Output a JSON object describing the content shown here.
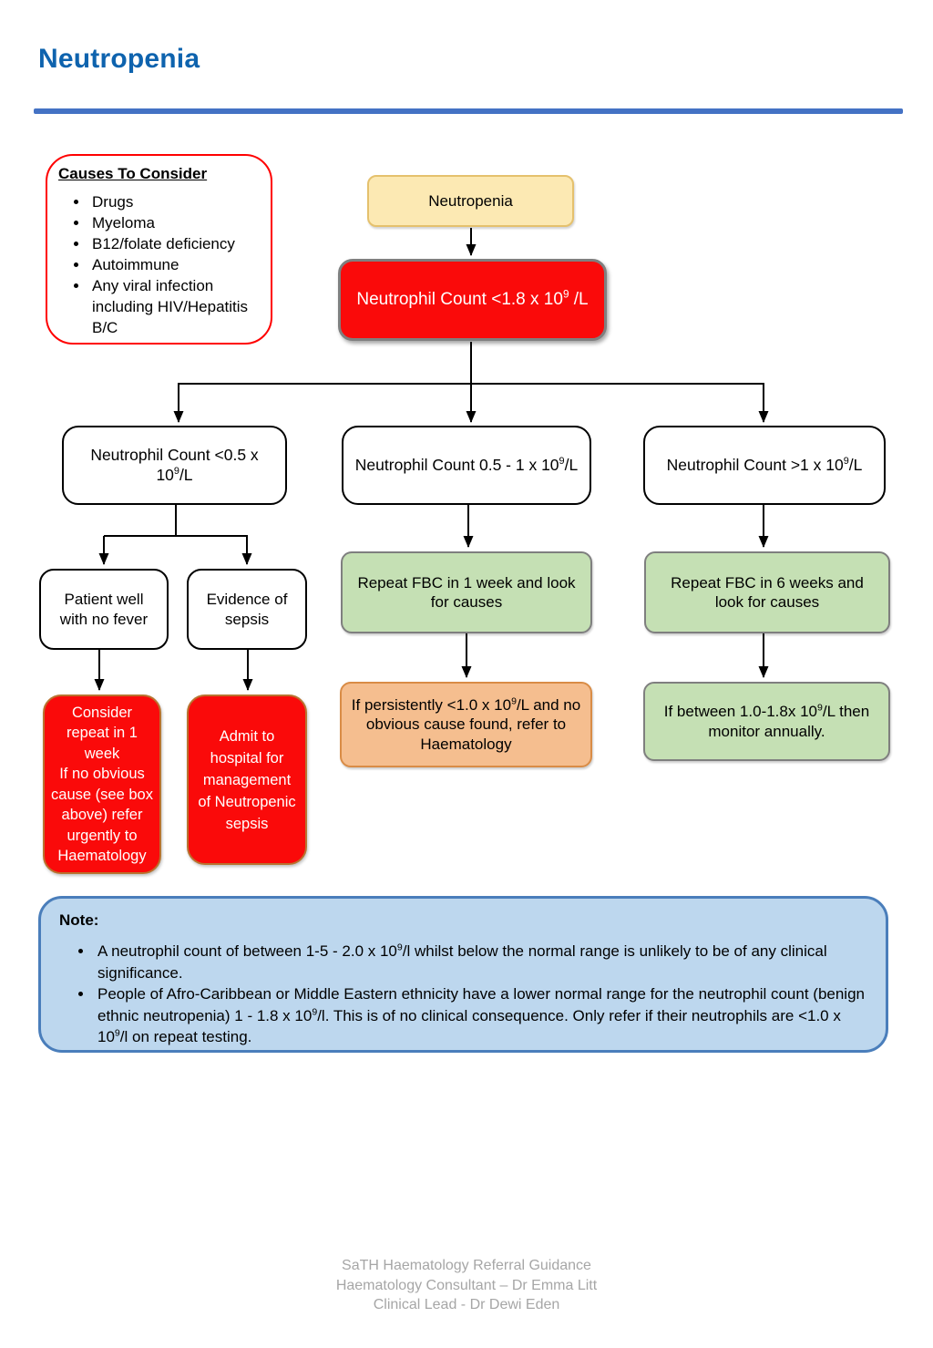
{
  "title": "Neutropenia",
  "causes": {
    "heading": "Causes To Consider",
    "items": [
      "Drugs",
      "Myeloma",
      "B12/folate deficiency",
      "Autoimmune",
      "Any viral infection including HIV/Hepatitis B/C"
    ]
  },
  "flow": {
    "start": "Neutropenia",
    "root": [
      {
        "t": "Neutrophil Count <1.8 x 10"
      },
      {
        "t": "9",
        "sup": true
      },
      {
        "t": " /L"
      }
    ],
    "low": [
      {
        "t": "Neutrophil Count <0.5 x 10"
      },
      {
        "t": "9",
        "sup": true
      },
      {
        "t": "/L"
      }
    ],
    "mid": [
      {
        "t": "Neutrophil Count 0.5 - 1 x 10"
      },
      {
        "t": "9",
        "sup": true
      },
      {
        "t": "/L"
      }
    ],
    "high": [
      {
        "t": "Neutrophil Count >1 x 10"
      },
      {
        "t": "9",
        "sup": true
      },
      {
        "t": "/L"
      }
    ],
    "patient_well": "Patient well with no fever",
    "sepsis": "Evidence of sepsis",
    "repeat_1wk": "Repeat FBC in 1 week and look for causes",
    "repeat_6wk": "Repeat FBC in 6 weeks and look for causes",
    "consider_repeat": [
      {
        "t": "Consider repeat in 1 week"
      },
      {
        "br": true
      },
      {
        "t": "If no obvious cause (see box above) refer urgently to Haematology"
      }
    ],
    "admit": "Admit to hospital for management of Neutropenic sepsis",
    "persistent": [
      {
        "t": "If persistently <1.0 x 10"
      },
      {
        "t": "9",
        "sup": true
      },
      {
        "t": "/L and no obvious cause found, refer to Haematology"
      }
    ],
    "monitor": [
      {
        "t": "If between 1.0-1.8x 10"
      },
      {
        "t": "9",
        "sup": true
      },
      {
        "t": "/L then monitor annually."
      }
    ]
  },
  "note": {
    "heading": "Note:",
    "bullets": [
      [
        {
          "t": "A neutrophil count of between 1-5 - 2.0 x 10"
        },
        {
          "t": "9",
          "sup": true
        },
        {
          "t": "/l whilst below the normal range is unlikely to be of any clinical significance."
        }
      ],
      [
        {
          "t": "People of Afro-Caribbean or Middle Eastern ethnicity have a lower normal range for the neutrophil count (benign ethnic neutropenia) 1 - 1.8 x 10"
        },
        {
          "t": "9",
          "sup": true
        },
        {
          "t": "/l. This is of no clinical consequence. Only refer if their neutrophils are <1.0 x 10"
        },
        {
          "t": "9",
          "sup": true
        },
        {
          "t": "/l on repeat testing."
        }
      ]
    ]
  },
  "footer": {
    "lines": [
      "SaTH Haematology Referral Guidance",
      "Haematology Consultant – Dr Emma Litt",
      "Clinical Lead - Dr Dewi Eden"
    ]
  },
  "colors": {
    "title_blue": "#0E63AE",
    "rule_blue": "#4472C4",
    "red_fill": "#FA0A0A",
    "red_border_gray": "#7F7F7F",
    "red_border_brown": "#B9732F",
    "yellow_fill": "#FCE9B3",
    "yellow_border": "#E5C16D",
    "green_fill": "#C5E0B4",
    "gray_border": "#7F7F7F",
    "orange_fill": "#F5BE8F",
    "orange_border": "#D98C46",
    "note_fill": "#BDD7EE",
    "note_border": "#4A7EBB",
    "causes_border": "#FF0000",
    "footer_gray": "#A6A6A6"
  }
}
